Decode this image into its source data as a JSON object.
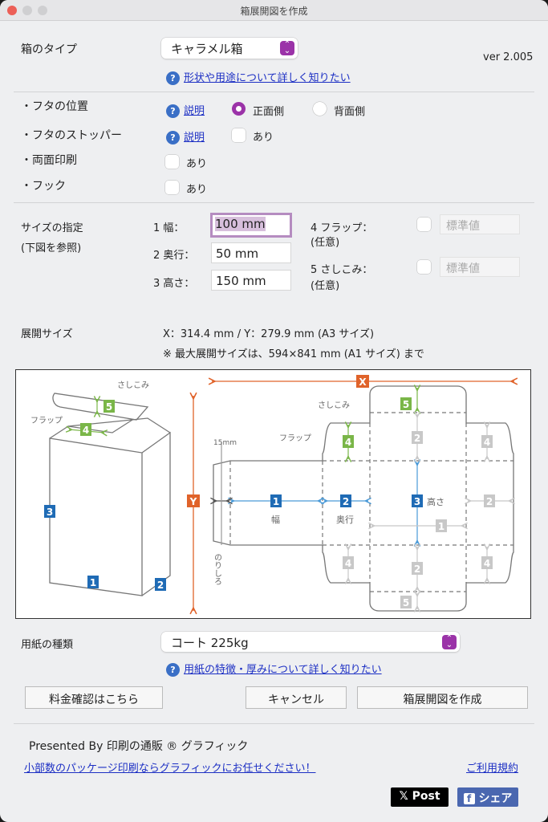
{
  "window": {
    "title": "箱展開図を作成"
  },
  "box_type": {
    "label": "箱のタイプ",
    "value": "キャラメル箱",
    "help_link": "形状や用途について詳しく知りたい",
    "version": "ver 2.005"
  },
  "options": {
    "lid_position": {
      "label": "・フタの位置",
      "help": "説明",
      "options": [
        "正面側",
        "背面側"
      ],
      "selected": "正面側"
    },
    "lid_stopper": {
      "label": "・フタのストッパー",
      "help": "説明",
      "checkbox": "あり",
      "checked": false
    },
    "double_print": {
      "label": "・両面印刷",
      "checkbox": "あり",
      "checked": false
    },
    "hook": {
      "label": "・フック",
      "checkbox": "あり",
      "checked": false
    }
  },
  "size": {
    "label": "サイズの指定",
    "sub": "(下図を参照)",
    "width": {
      "label": "1 幅：",
      "value": "100 mm"
    },
    "depth": {
      "label": "2 奥行：",
      "value": "50 mm"
    },
    "height": {
      "label": "3 高さ：",
      "value": "150 mm"
    },
    "flap": {
      "label": "4 フラップ：",
      "optional": "(任意)",
      "placeholder": "標準値"
    },
    "tuck": {
      "label": "5 さしこみ：",
      "optional": "(任意)",
      "placeholder": "標準値"
    }
  },
  "unfold": {
    "label": "展開サイズ",
    "value": "X：314.4 mm / Y：279.9 mm (A3 サイズ)",
    "note": "※ 最大展開サイズは、594×841 mm (A1 サイズ) まで"
  },
  "diagram": {
    "x_label": "X",
    "y_label": "Y",
    "tuck_label": "さしこみ",
    "flap_label": "フラップ",
    "glue_width": "15mm",
    "glue_label": "のりしろ",
    "width_label": "幅",
    "depth_label": "奥行",
    "height_label": "高さ",
    "markers": [
      "1",
      "2",
      "3",
      "4",
      "5"
    ],
    "colors": {
      "dimension": "#e0632a",
      "blue": "#1f6bb5",
      "green": "#7ab648",
      "gray": "#c8c8c8",
      "line": "#666666"
    }
  },
  "paper": {
    "label": "用紙の種類",
    "value": "コート 225kg",
    "help_link": "用紙の特徴・厚みについて詳しく知りたい"
  },
  "buttons": {
    "price": "料金確認はこちら",
    "cancel": "キャンセル",
    "create": "箱展開図を作成"
  },
  "footer": {
    "presented": "Presented By 印刷の通販 ® グラフィック",
    "promo_link": "小部数のパッケージ印刷ならグラフィックにお任せください！",
    "terms_link": "ご利用規約",
    "x_post": "Post",
    "fb_share": "シェア"
  },
  "colors": {
    "accent": "#9b33a8",
    "link": "#1c2fc4"
  }
}
